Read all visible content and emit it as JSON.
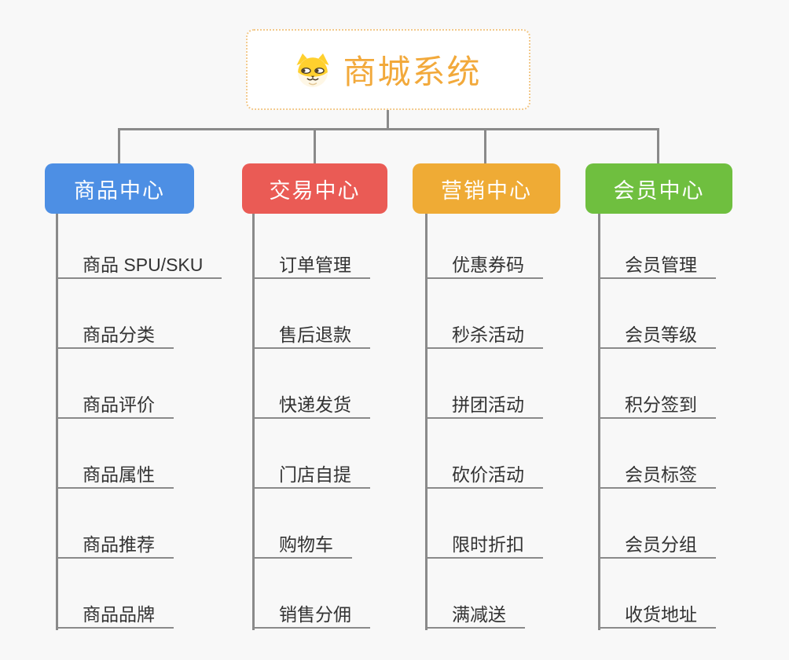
{
  "background_color": "#F8F8F8",
  "connector_color": "#8A8A8A",
  "root": {
    "label": "商城系统",
    "icon": "shiba-dog-icon",
    "text_color": "#F2A93B",
    "border_color": "#F2C98C"
  },
  "branches": [
    {
      "label": "商品中心",
      "color": "#4D8FE4",
      "items": [
        "商品 SPU/SKU",
        "商品分类",
        "商品评价",
        "商品属性",
        "商品推荐",
        "商品品牌"
      ]
    },
    {
      "label": "交易中心",
      "color": "#EA5B55",
      "items": [
        "订单管理",
        "售后退款",
        "快递发货",
        "门店自提",
        "购物车",
        "销售分佣"
      ]
    },
    {
      "label": "营销中心",
      "color": "#EFAB35",
      "items": [
        "优惠券码",
        "秒杀活动",
        "拼团活动",
        "砍价活动",
        "限时折扣",
        "满减送"
      ]
    },
    {
      "label": "会员中心",
      "color": "#6FBF3F",
      "items": [
        "会员管理",
        "会员等级",
        "积分签到",
        "会员标签",
        "会员分组",
        "收货地址"
      ]
    }
  ]
}
